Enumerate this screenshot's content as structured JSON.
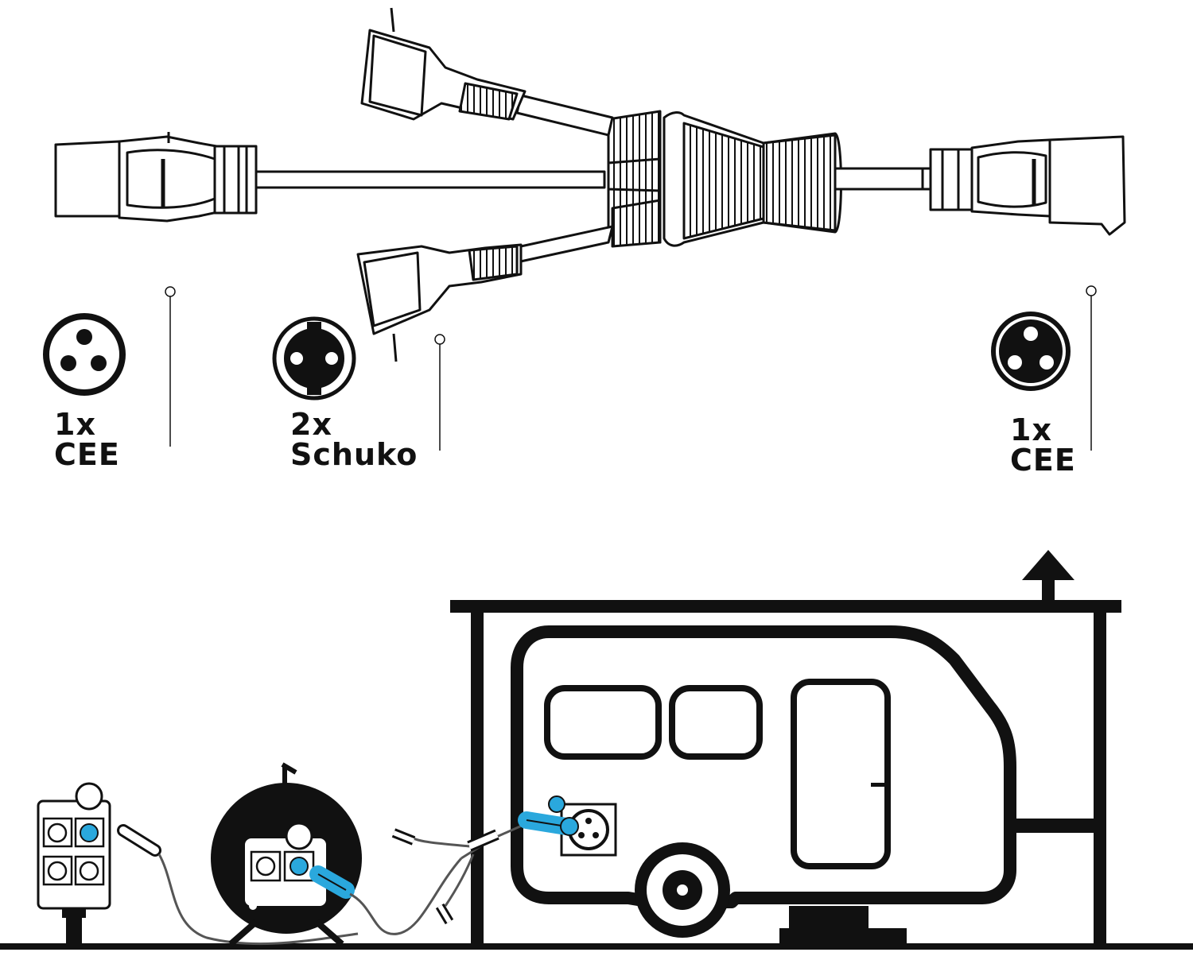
{
  "labels": {
    "left": {
      "count": "1x",
      "type": "CEE"
    },
    "middle": {
      "count": "2x",
      "type": "Schuko"
    },
    "right": {
      "count": "1x",
      "type": "CEE"
    }
  },
  "colors": {
    "ink": "#111111",
    "accent_blue": "#2aa8dd",
    "background": "#ffffff"
  }
}
